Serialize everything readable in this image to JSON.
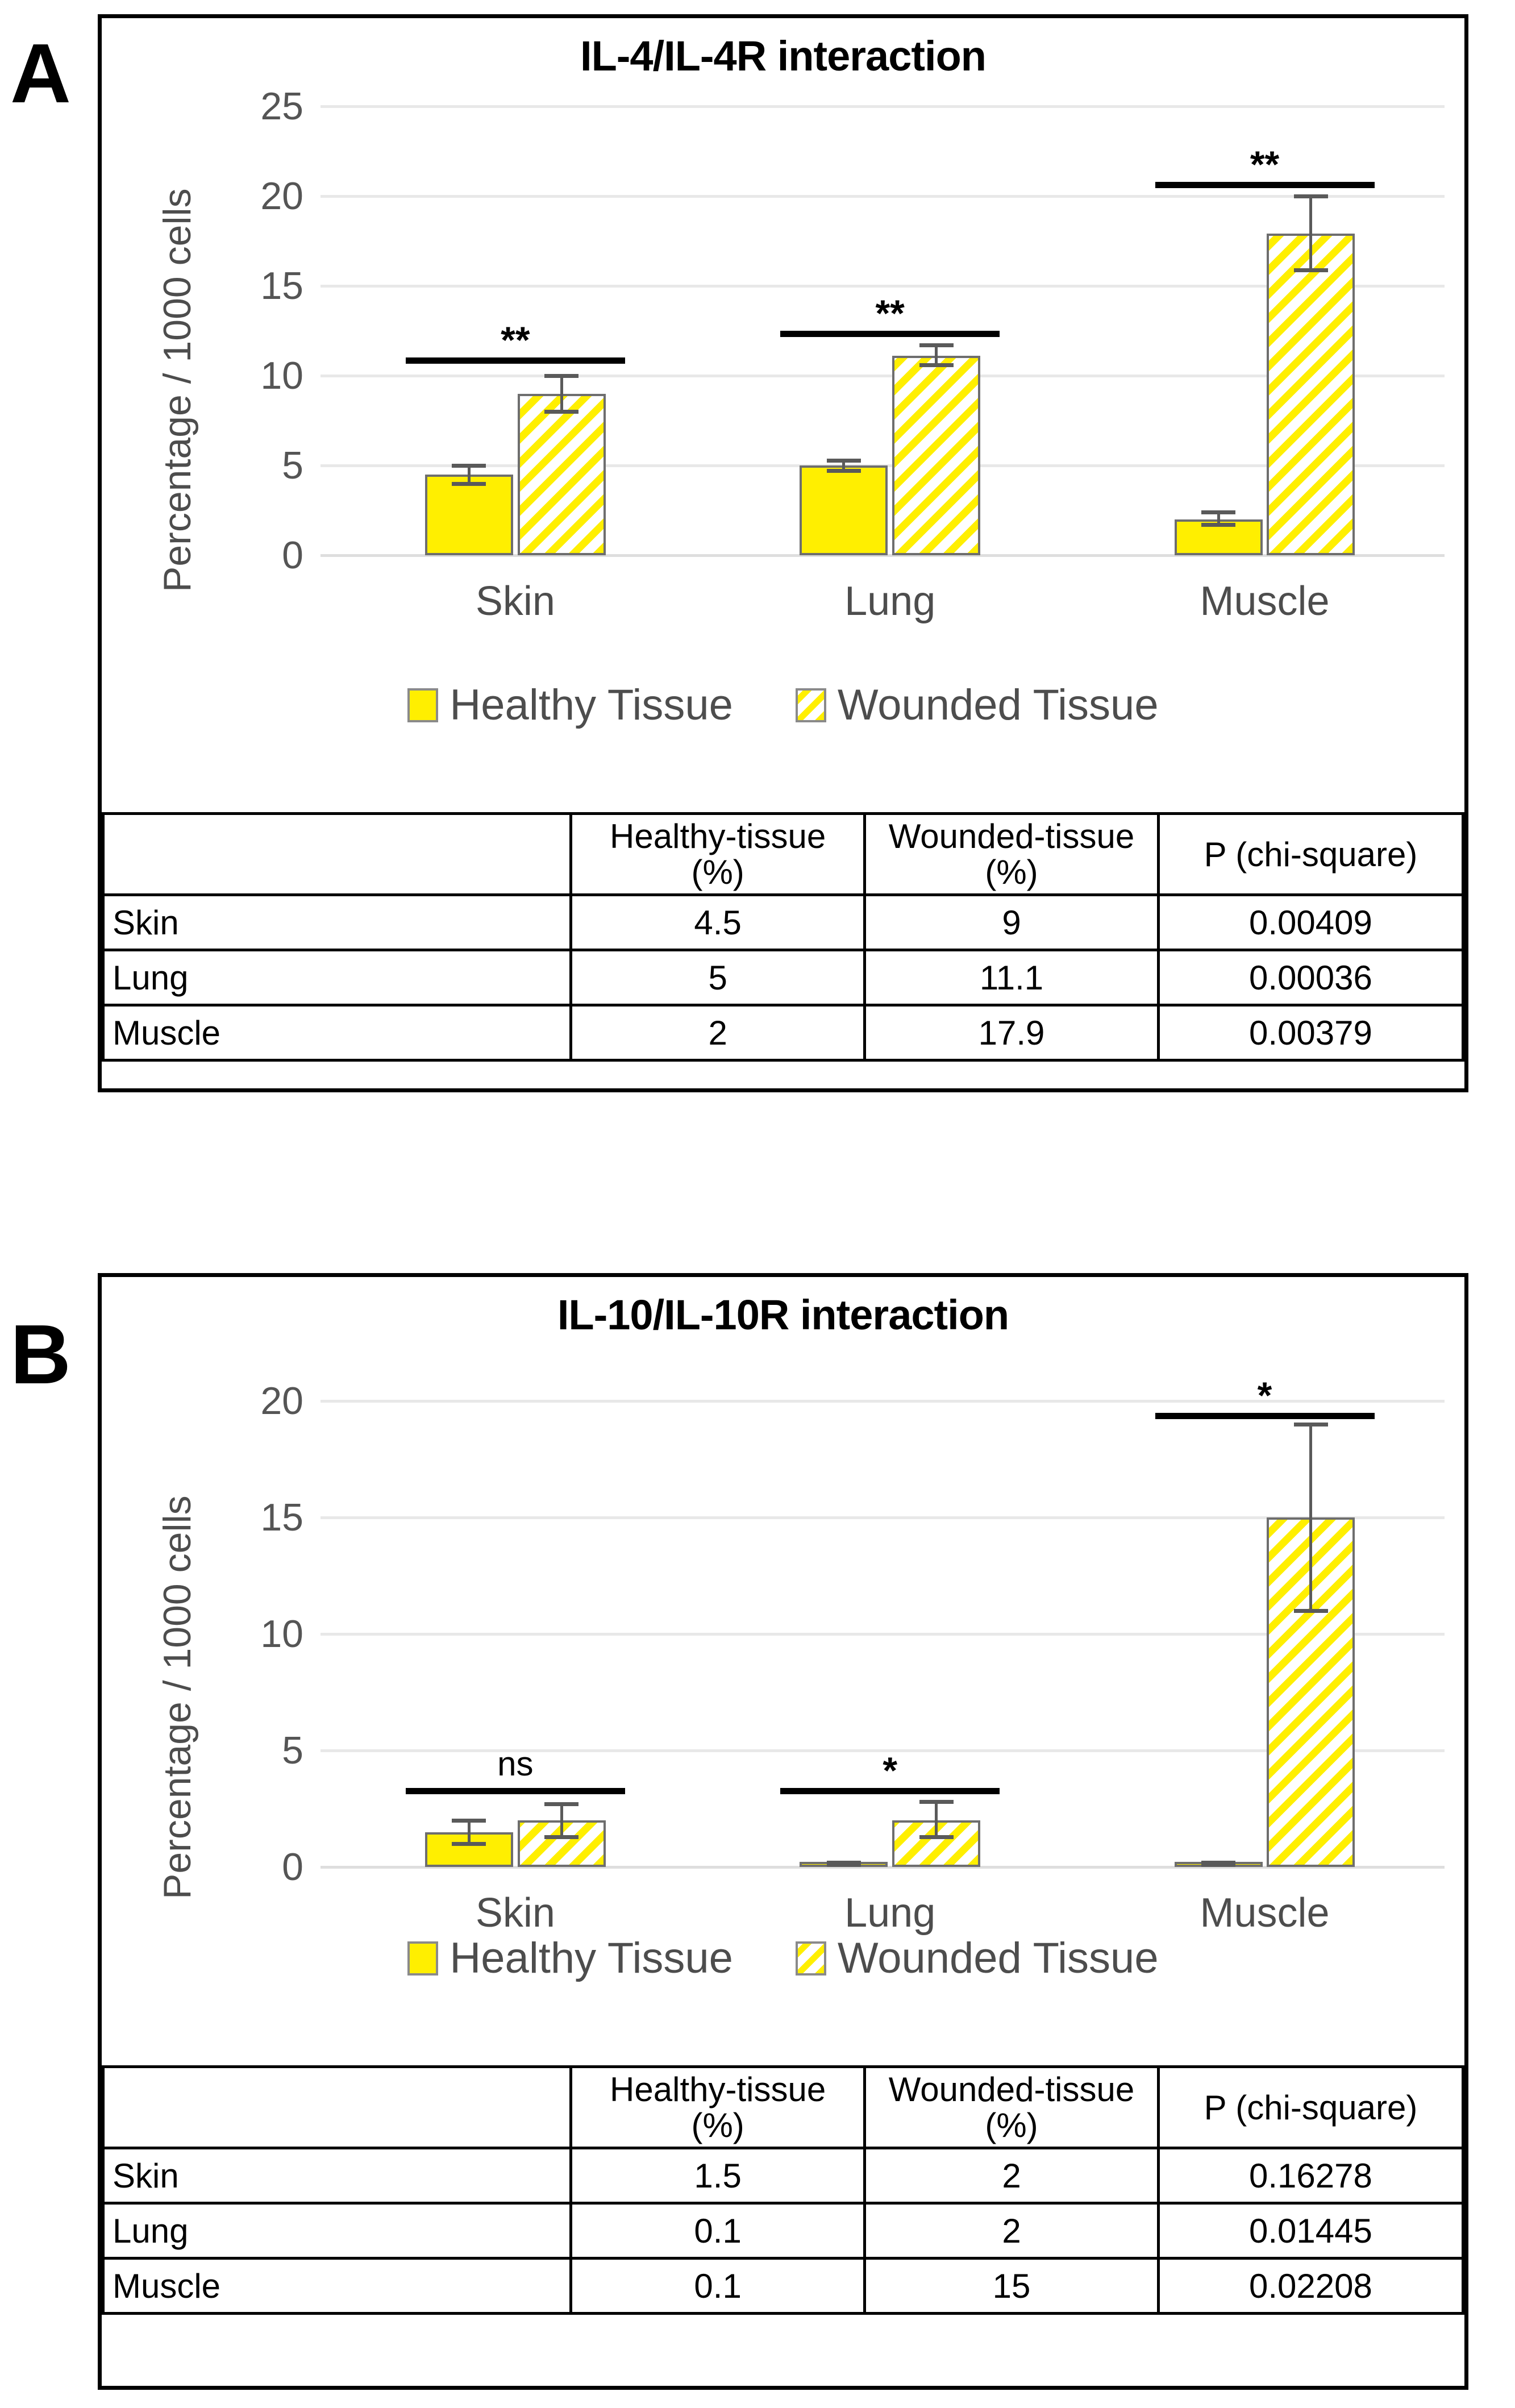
{
  "panels": [
    {
      "letter": "A",
      "title": "IL-4/IL-4R interaction",
      "ylabel": "Percentage / 1000 cells",
      "yticks": [
        "0",
        "5",
        "10",
        "15",
        "20",
        "25"
      ],
      "categories": [
        "Skin",
        "Lung",
        "Muscle"
      ],
      "legend": [
        {
          "label": "Healthy Tissue",
          "style": "solid"
        },
        {
          "label": "Wounded Tissue",
          "style": "hatched"
        }
      ],
      "significance": [
        "**",
        "**",
        "**"
      ],
      "table": {
        "columns": [
          "",
          "Healthy-tissue (%)",
          "Wounded-tissue (%)",
          "P (chi-square)"
        ],
        "col_header_line1": [
          "",
          "Healthy-tissue",
          "Wounded-tissue",
          "P (chi-square)"
        ],
        "col_header_line2": [
          "",
          "(%)",
          "(%)",
          ""
        ],
        "rows": [
          {
            "name": "Skin",
            "healthy": "4.5",
            "wounded": "9",
            "p": "0.00409"
          },
          {
            "name": "Lung",
            "healthy": "5",
            "wounded": "11.1",
            "p": "0.00036"
          },
          {
            "name": "Muscle",
            "healthy": "2",
            "wounded": "17.9",
            "p": "0.00379"
          }
        ]
      }
    },
    {
      "letter": "B",
      "title": "IL-10/IL-10R interaction",
      "ylabel": "Percentage / 1000 cells",
      "yticks": [
        "0",
        "5",
        "10",
        "15",
        "20"
      ],
      "categories": [
        "Skin",
        "Lung",
        "Muscle"
      ],
      "legend": [
        {
          "label": "Healthy Tissue",
          "style": "solid"
        },
        {
          "label": "Wounded Tissue",
          "style": "hatched"
        }
      ],
      "significance": [
        "ns",
        "*",
        "*"
      ],
      "table": {
        "columns": [
          "",
          "Healthy-tissue (%)",
          "Wounded-tissue (%)",
          "P (chi-square)"
        ],
        "col_header_line1": [
          "",
          "Healthy-tissue",
          "Wounded-tissue",
          "P (chi-square)"
        ],
        "col_header_line2": [
          "",
          "(%)",
          "(%)",
          ""
        ],
        "rows": [
          {
            "name": "Skin",
            "healthy": "1.5",
            "wounded": "2",
            "p": "0.16278"
          },
          {
            "name": "Lung",
            "healthy": "0.1",
            "wounded": "2",
            "p": "0.01445"
          },
          {
            "name": "Muscle",
            "healthy": "0.1",
            "wounded": "15",
            "p": "0.02208"
          }
        ]
      }
    }
  ],
  "colors": {
    "bar_fill": "#FFEF00",
    "bar_outline": "#6E6E6E",
    "gridline": "#E8E8E8",
    "axis_text": "#4D4D4D",
    "panel_border": "#000000"
  },
  "chart_data": [
    {
      "type": "bar",
      "panel": "A",
      "title": "IL-4/IL-4R interaction",
      "xlabel": "",
      "ylabel": "Percentage / 1000 cells",
      "ylim": [
        0,
        25
      ],
      "ytick_step": 5,
      "grid": true,
      "legend_position": "bottom",
      "categories": [
        "Skin",
        "Lung",
        "Muscle"
      ],
      "series": [
        {
          "name": "Healthy Tissue",
          "style": "solid",
          "values": [
            4.5,
            5,
            2
          ],
          "errors_low": [
            4.0,
            4.7,
            1.7
          ],
          "errors_high": [
            5.0,
            5.3,
            2.4
          ]
        },
        {
          "name": "Wounded Tissue",
          "style": "hatched",
          "values": [
            9,
            11.1,
            17.9
          ],
          "errors_low": [
            8.0,
            10.6,
            15.9
          ],
          "errors_high": [
            10.0,
            11.7,
            20.0
          ]
        }
      ],
      "annotations": [
        {
          "category": "Skin",
          "text": "**",
          "y": 11.0
        },
        {
          "category": "Lung",
          "text": "**",
          "y": 12.5
        },
        {
          "category": "Muscle",
          "text": "**",
          "y": 20.8
        }
      ]
    },
    {
      "type": "bar",
      "panel": "B",
      "title": "IL-10/IL-10R interaction",
      "xlabel": "",
      "ylabel": "Percentage / 1000 cells",
      "ylim": [
        0,
        20
      ],
      "ytick_step": 5,
      "grid": true,
      "legend_position": "bottom",
      "categories": [
        "Skin",
        "Lung",
        "Muscle"
      ],
      "series": [
        {
          "name": "Healthy Tissue",
          "style": "solid",
          "values": [
            1.5,
            0.1,
            0.1
          ],
          "errors_low": [
            1.0,
            0.1,
            0.1
          ],
          "errors_high": [
            2.0,
            0.2,
            0.2
          ]
        },
        {
          "name": "Wounded Tissue",
          "style": "hatched",
          "values": [
            2,
            2,
            15
          ],
          "errors_low": [
            1.3,
            1.3,
            11.0
          ],
          "errors_high": [
            2.7,
            2.8,
            19.0
          ]
        }
      ],
      "annotations": [
        {
          "category": "Skin",
          "text": "ns",
          "y": 3.4
        },
        {
          "category": "Lung",
          "text": "*",
          "y": 3.4
        },
        {
          "category": "Muscle",
          "text": "*",
          "y": 19.5
        }
      ]
    }
  ]
}
